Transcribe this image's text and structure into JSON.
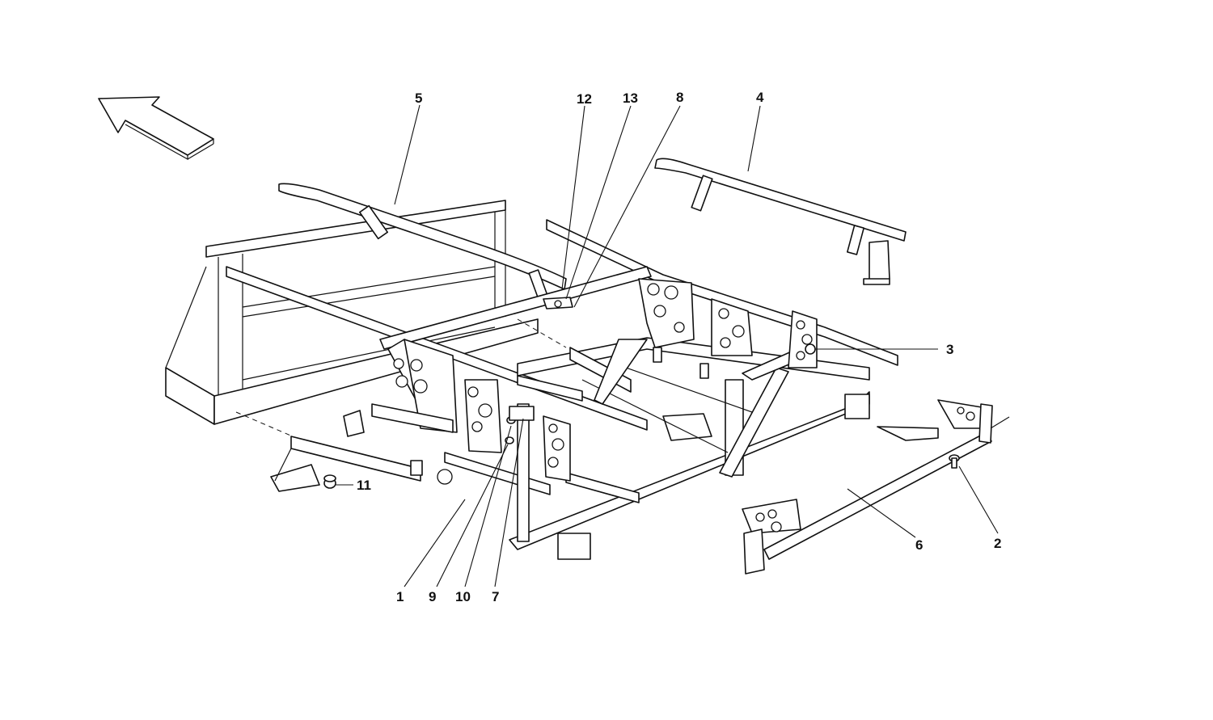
{
  "diagram": {
    "callouts": [
      {
        "id": "c1",
        "label": "1"
      },
      {
        "id": "c2",
        "label": "2"
      },
      {
        "id": "c3",
        "label": "3"
      },
      {
        "id": "c4",
        "label": "4"
      },
      {
        "id": "c5",
        "label": "5"
      },
      {
        "id": "c6",
        "label": "6"
      },
      {
        "id": "c7",
        "label": "7"
      },
      {
        "id": "c8",
        "label": "8"
      },
      {
        "id": "c9",
        "label": "9"
      },
      {
        "id": "c10",
        "label": "10"
      },
      {
        "id": "c11",
        "label": "11"
      },
      {
        "id": "c12",
        "label": "12"
      },
      {
        "id": "c13",
        "label": "13"
      }
    ],
    "direction_icon": "arrow-forward-icon",
    "line_color": "#111111",
    "background": "#ffffff"
  }
}
